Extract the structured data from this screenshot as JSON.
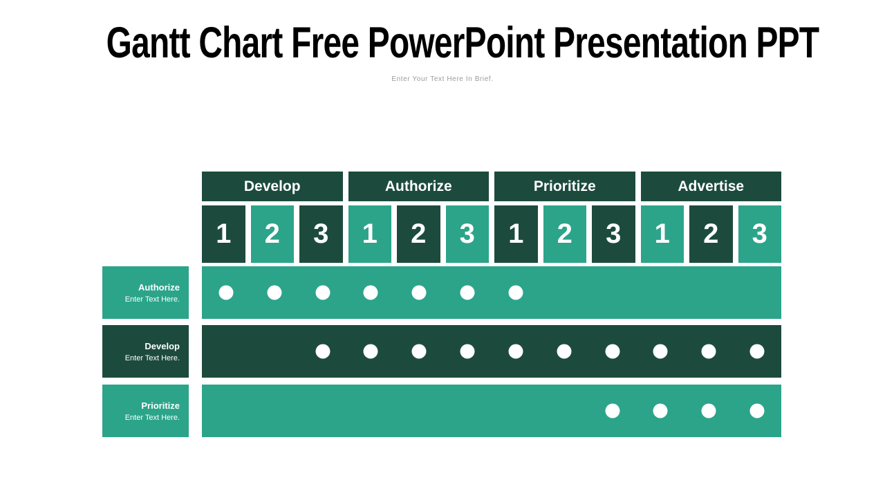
{
  "slide": {
    "title": "Gantt Chart Free PowerPoint Presentation PPT",
    "subtitle": "Enter Your Text Here In Brief."
  },
  "colors": {
    "dark_green": "#1c4b3d",
    "light_teal": "#2ba48a",
    "dot_white": "#ffffff",
    "title_black": "#000000",
    "subtitle_gray": "#9b9b9b"
  },
  "chart_data": {
    "type": "gantt",
    "title": "Gantt Chart Free PowerPoint Presentation PPT",
    "phases": [
      {
        "label": "Develop",
        "shade": "dark"
      },
      {
        "label": "Authorize",
        "shade": "dark"
      },
      {
        "label": "Prioritize",
        "shade": "dark"
      },
      {
        "label": "Advertise",
        "shade": "dark"
      }
    ],
    "unit_cells": [
      {
        "label": "1",
        "shade": "dark"
      },
      {
        "label": "2",
        "shade": "light"
      },
      {
        "label": "3",
        "shade": "dark"
      },
      {
        "label": "1",
        "shade": "light"
      },
      {
        "label": "2",
        "shade": "dark"
      },
      {
        "label": "3",
        "shade": "light"
      },
      {
        "label": "1",
        "shade": "dark"
      },
      {
        "label": "2",
        "shade": "light"
      },
      {
        "label": "3",
        "shade": "dark"
      },
      {
        "label": "1",
        "shade": "light"
      },
      {
        "label": "2",
        "shade": "dark"
      },
      {
        "label": "3",
        "shade": "light"
      }
    ],
    "total_columns": 12,
    "rows": [
      {
        "name": "Authorize",
        "desc": "Enter Text Here.",
        "shade": "light",
        "dot_cells": [
          1,
          2,
          3,
          4,
          5,
          6,
          7
        ]
      },
      {
        "name": "Develop",
        "desc": "Enter Text Here.",
        "shade": "dark",
        "dot_cells": [
          3,
          4,
          5,
          6,
          7,
          8,
          9,
          10,
          11,
          12
        ]
      },
      {
        "name": "Prioritize",
        "desc": "Enter Text Here.",
        "shade": "light",
        "dot_cells": [
          9,
          10,
          11,
          12
        ]
      }
    ],
    "legend_position": "none",
    "grid": "off"
  }
}
